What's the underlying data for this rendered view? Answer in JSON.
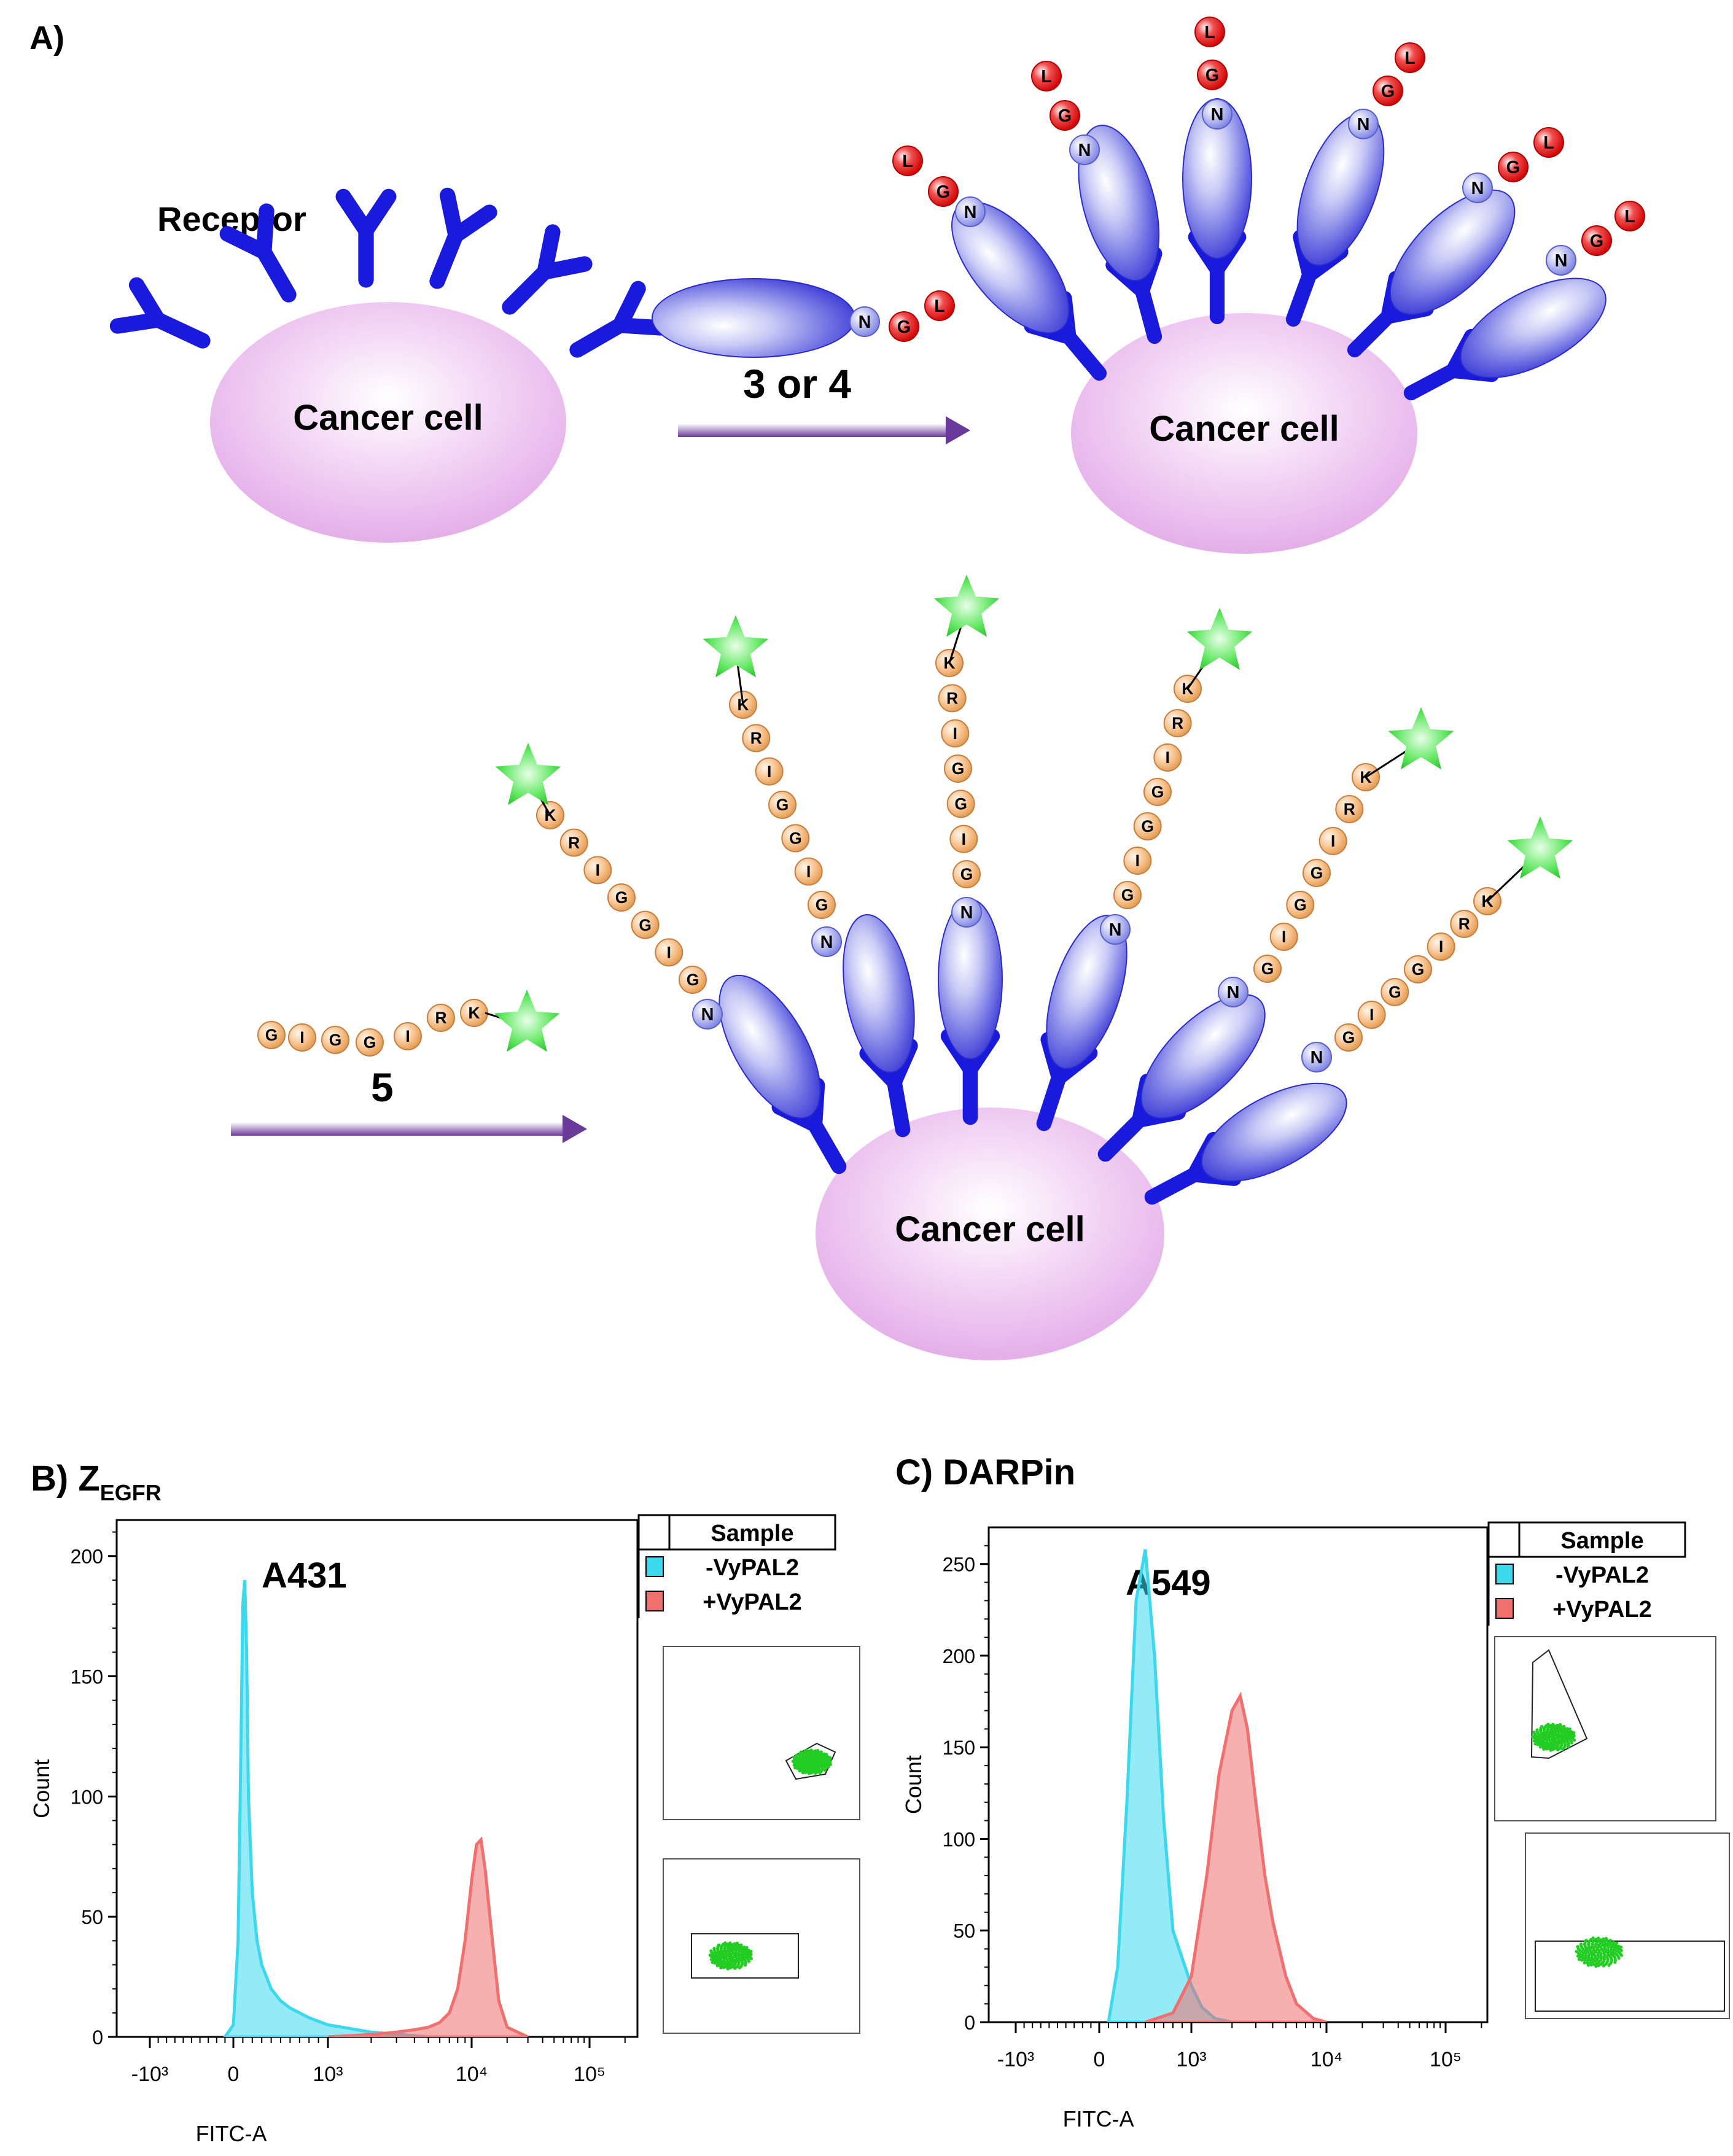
{
  "panel_a": {
    "label": "A)",
    "receptor_label": "Receptor",
    "cell_label": "Cancer cell",
    "step1_label": "3 or 4",
    "step2_label": "5",
    "tag_sequence": [
      "N",
      "G",
      "L"
    ],
    "peptide_sequence": [
      "G",
      "I",
      "G",
      "G",
      "I",
      "R",
      "K"
    ],
    "colors": {
      "receptor": "#1a1adc",
      "cell": "#e8b6ee",
      "binder": "#5a5ae8",
      "tag_n": "#9ea2ee",
      "tag_gl": "#e81818",
      "peptide": "#f4b070",
      "fluorophore": "#38d838",
      "arrow": "#7a4aa6"
    }
  },
  "panel_b": {
    "label": "B) Z",
    "label_sub": "EGFR",
    "chart_data": {
      "type": "area",
      "title": "A431",
      "xlabel": "FITC-A",
      "ylabel": "Count",
      "x_scale": "biexponential",
      "x_ticks": [
        "-10³",
        "0",
        "10³",
        "10⁴",
        "10⁵"
      ],
      "y_ticks": [
        "0",
        "50",
        "100",
        "150",
        "200"
      ],
      "ylim": [
        0,
        215
      ],
      "legend": {
        "title": "Sample",
        "placement": "top-right"
      },
      "series": [
        {
          "name": "-VyPAL2",
          "color": "#3cd8ee",
          "x": [
            -100,
            0,
            50,
            80,
            100,
            120,
            140,
            160,
            200,
            250,
            300,
            400,
            500,
            600,
            800,
            1000,
            2000,
            5000
          ],
          "y": [
            0,
            5,
            40,
            120,
            180,
            190,
            160,
            100,
            60,
            40,
            30,
            20,
            15,
            12,
            8,
            5,
            2,
            0
          ]
        },
        {
          "name": "+VyPAL2",
          "color": "#f07070",
          "x": [
            1000,
            2000,
            3000,
            4000,
            5000,
            6000,
            7000,
            8000,
            9000,
            10000,
            11000,
            12000,
            13000,
            15000,
            17000,
            20000,
            30000
          ],
          "y": [
            0,
            1,
            2,
            3,
            4,
            6,
            10,
            20,
            40,
            65,
            80,
            82,
            70,
            40,
            15,
            4,
            0
          ]
        }
      ]
    }
  },
  "panel_c": {
    "label": "C) DARPin",
    "chart_data": {
      "type": "area",
      "title": "A549",
      "xlabel": "FITC-A",
      "ylabel": "Count",
      "x_scale": "biexponential",
      "x_ticks": [
        "-10³",
        "0",
        "10³",
        "10⁴",
        "10⁵"
      ],
      "y_ticks": [
        "0",
        "50",
        "100",
        "150",
        "200",
        "250"
      ],
      "ylim": [
        0,
        270
      ],
      "legend": {
        "title": "Sample",
        "placement": "top-right"
      },
      "series": [
        {
          "name": "-VyPAL2",
          "color": "#3cd8ee",
          "x": [
            100,
            200,
            300,
            400,
            500,
            600,
            700,
            800,
            1000,
            1200,
            1500,
            2000
          ],
          "y": [
            0,
            30,
            120,
            230,
            258,
            200,
            110,
            50,
            20,
            8,
            2,
            0
          ]
        },
        {
          "name": "+VyPAL2",
          "color": "#f07070",
          "x": [
            500,
            800,
            1000,
            1300,
            1600,
            2000,
            2300,
            2600,
            3000,
            3500,
            4000,
            5000,
            6000,
            8000,
            10000
          ],
          "y": [
            0,
            5,
            25,
            80,
            135,
            170,
            178,
            160,
            120,
            80,
            55,
            25,
            10,
            2,
            0
          ]
        }
      ]
    }
  }
}
